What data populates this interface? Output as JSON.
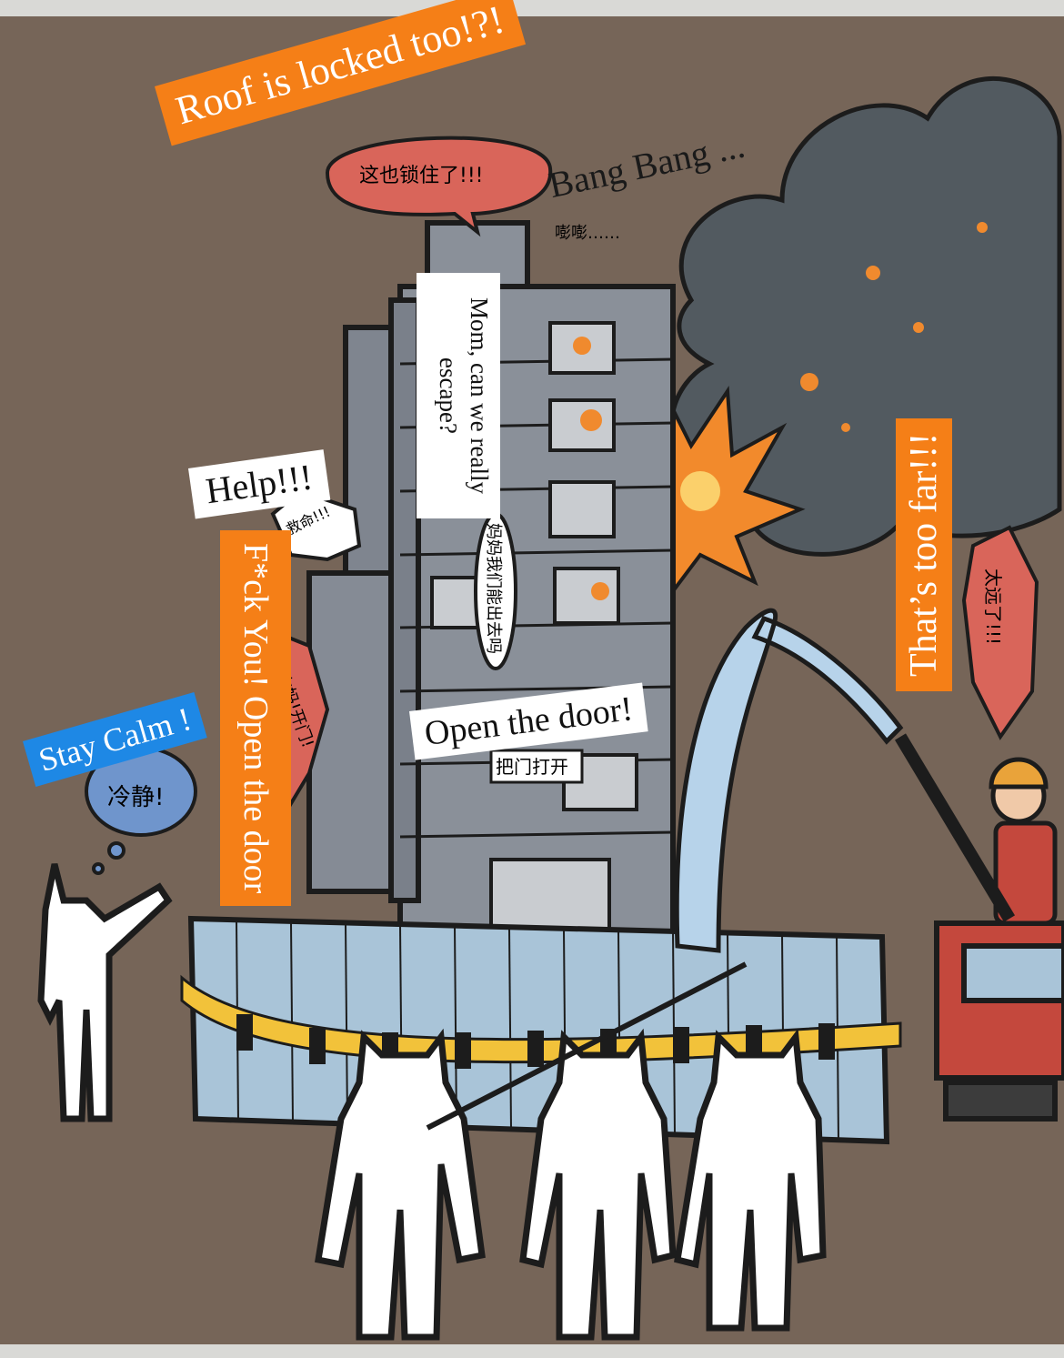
{
  "colors": {
    "background": "#766558",
    "building": "#8a9099",
    "fence": "#a9c4d8",
    "water": "#b7d3ea",
    "smoke": "#525a60",
    "caption_orange": "#f57f17",
    "caption_blue": "#1e88e5",
    "speech_red": "#d9655a"
  },
  "captions": {
    "roof_locked": "Roof is locked too!?!",
    "bang": "Bang Bang ...",
    "mom_escape": "Mom, can we really escape?",
    "help": "Help!!!",
    "fck_open": "F*ck You! Open the door",
    "stay_calm": "Stay Calm !",
    "open_door": "Open the door!",
    "too_far": "That’s too far!!!"
  },
  "bubbles": {
    "roof_zh": "这也锁住了!!!",
    "bang_zh": "嘭嘭……",
    "help_zh": "救命!!!",
    "mom_zh": "妈妈我们能出去吗",
    "fck_zh": "操你妈!开门!",
    "calm_zh": "冷静!",
    "open_zh": "把门打开",
    "far_zh": "太远了!!!"
  }
}
